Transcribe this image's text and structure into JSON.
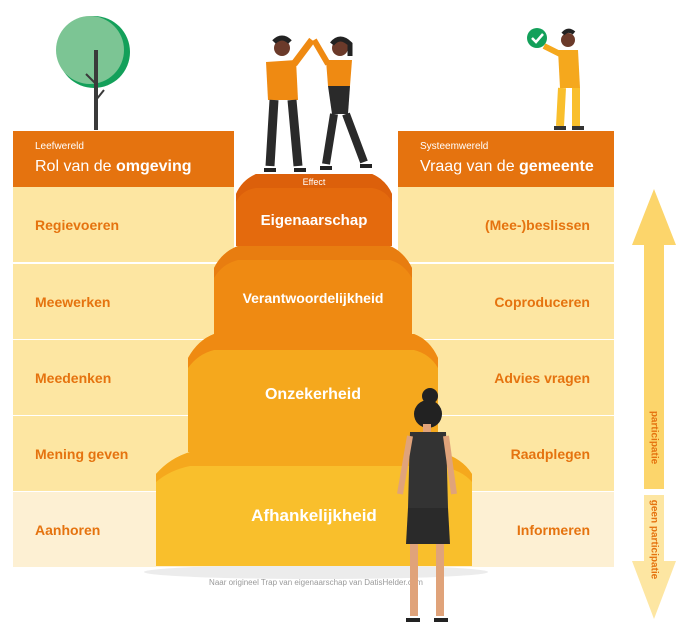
{
  "left_panel": {
    "small_title": "Leefwereld",
    "title_prefix": "Rol van de ",
    "title_bold": "omgeving",
    "rows": [
      "Regievoeren",
      "Meewerken",
      "Meedenken",
      "Mening geven",
      "Aanhoren"
    ]
  },
  "right_panel": {
    "small_title": "Systeemwereld",
    "title_prefix": "Vraag van de ",
    "title_bold": "gemeente",
    "rows": [
      "(Mee-)beslissen",
      "Coproduceren",
      "Advies vragen",
      "Raadplegen",
      "Informeren"
    ]
  },
  "staircase": {
    "top_label": "Effect",
    "steps": [
      "Eigenaarschap",
      "Verantwoordelijkheid",
      "Onzekerheid",
      "Afhankelijkheid"
    ]
  },
  "arrow": {
    "upper_label": "participatie",
    "lower_label": "geen participatie"
  },
  "footer": {
    "credit": "Naar origineel Trap van eigenaarschap van DatisHelder.com"
  },
  "colors": {
    "header_orange": "#e5730f",
    "band_yellow": "#fde6a2",
    "band_pale": "#fdf0d3",
    "step_dark": "#e46a0d",
    "step_mid": "#ef8a12",
    "step_light": "#f5a81d",
    "step_bottom": "#f9bf2c",
    "arrow_yellow": "#fcd56b"
  }
}
